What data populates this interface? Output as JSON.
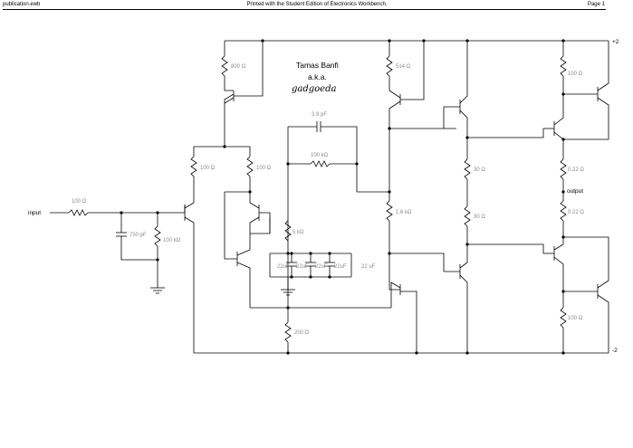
{
  "header": {
    "file_name": "publication.ewb",
    "printed_with": "Printed with the Student Edition of Electronics Workbench.",
    "page": "Page 1"
  },
  "title": {
    "name": "Tamas Banfi",
    "aka": "a.k.a.",
    "signature": "gadgoeda"
  },
  "rails": {
    "positive": "+2",
    "negative": "-2"
  },
  "ports": {
    "input": "input",
    "output": "output"
  },
  "components": {
    "r_input": "100 Ω",
    "c_input": "750 pF",
    "r_bias": "100 kΩ",
    "r_tail_left": "100 Ω",
    "r_tail_right": "100 Ω",
    "r_top_left": "800 Ω",
    "c_comp": "3.9 pF",
    "r_feedback": "100 kΩ",
    "r_5k": "5 kΩ",
    "c_bank": [
      "22uF",
      "22uF",
      "22uF",
      "22uF"
    ],
    "c_bank_total": "22 uF",
    "r_bottom": "200 Ω",
    "r_top_vas": "514 Ω",
    "r_vas": "1.6 kΩ",
    "r_bias_top": "30 Ω",
    "r_bias_bot": "30 Ω",
    "r_out_top": "100 Ω",
    "r_emit_top": "0.22 Ω",
    "r_emit_bot": "0.22 Ω",
    "r_out_bot": "100 Ω"
  }
}
